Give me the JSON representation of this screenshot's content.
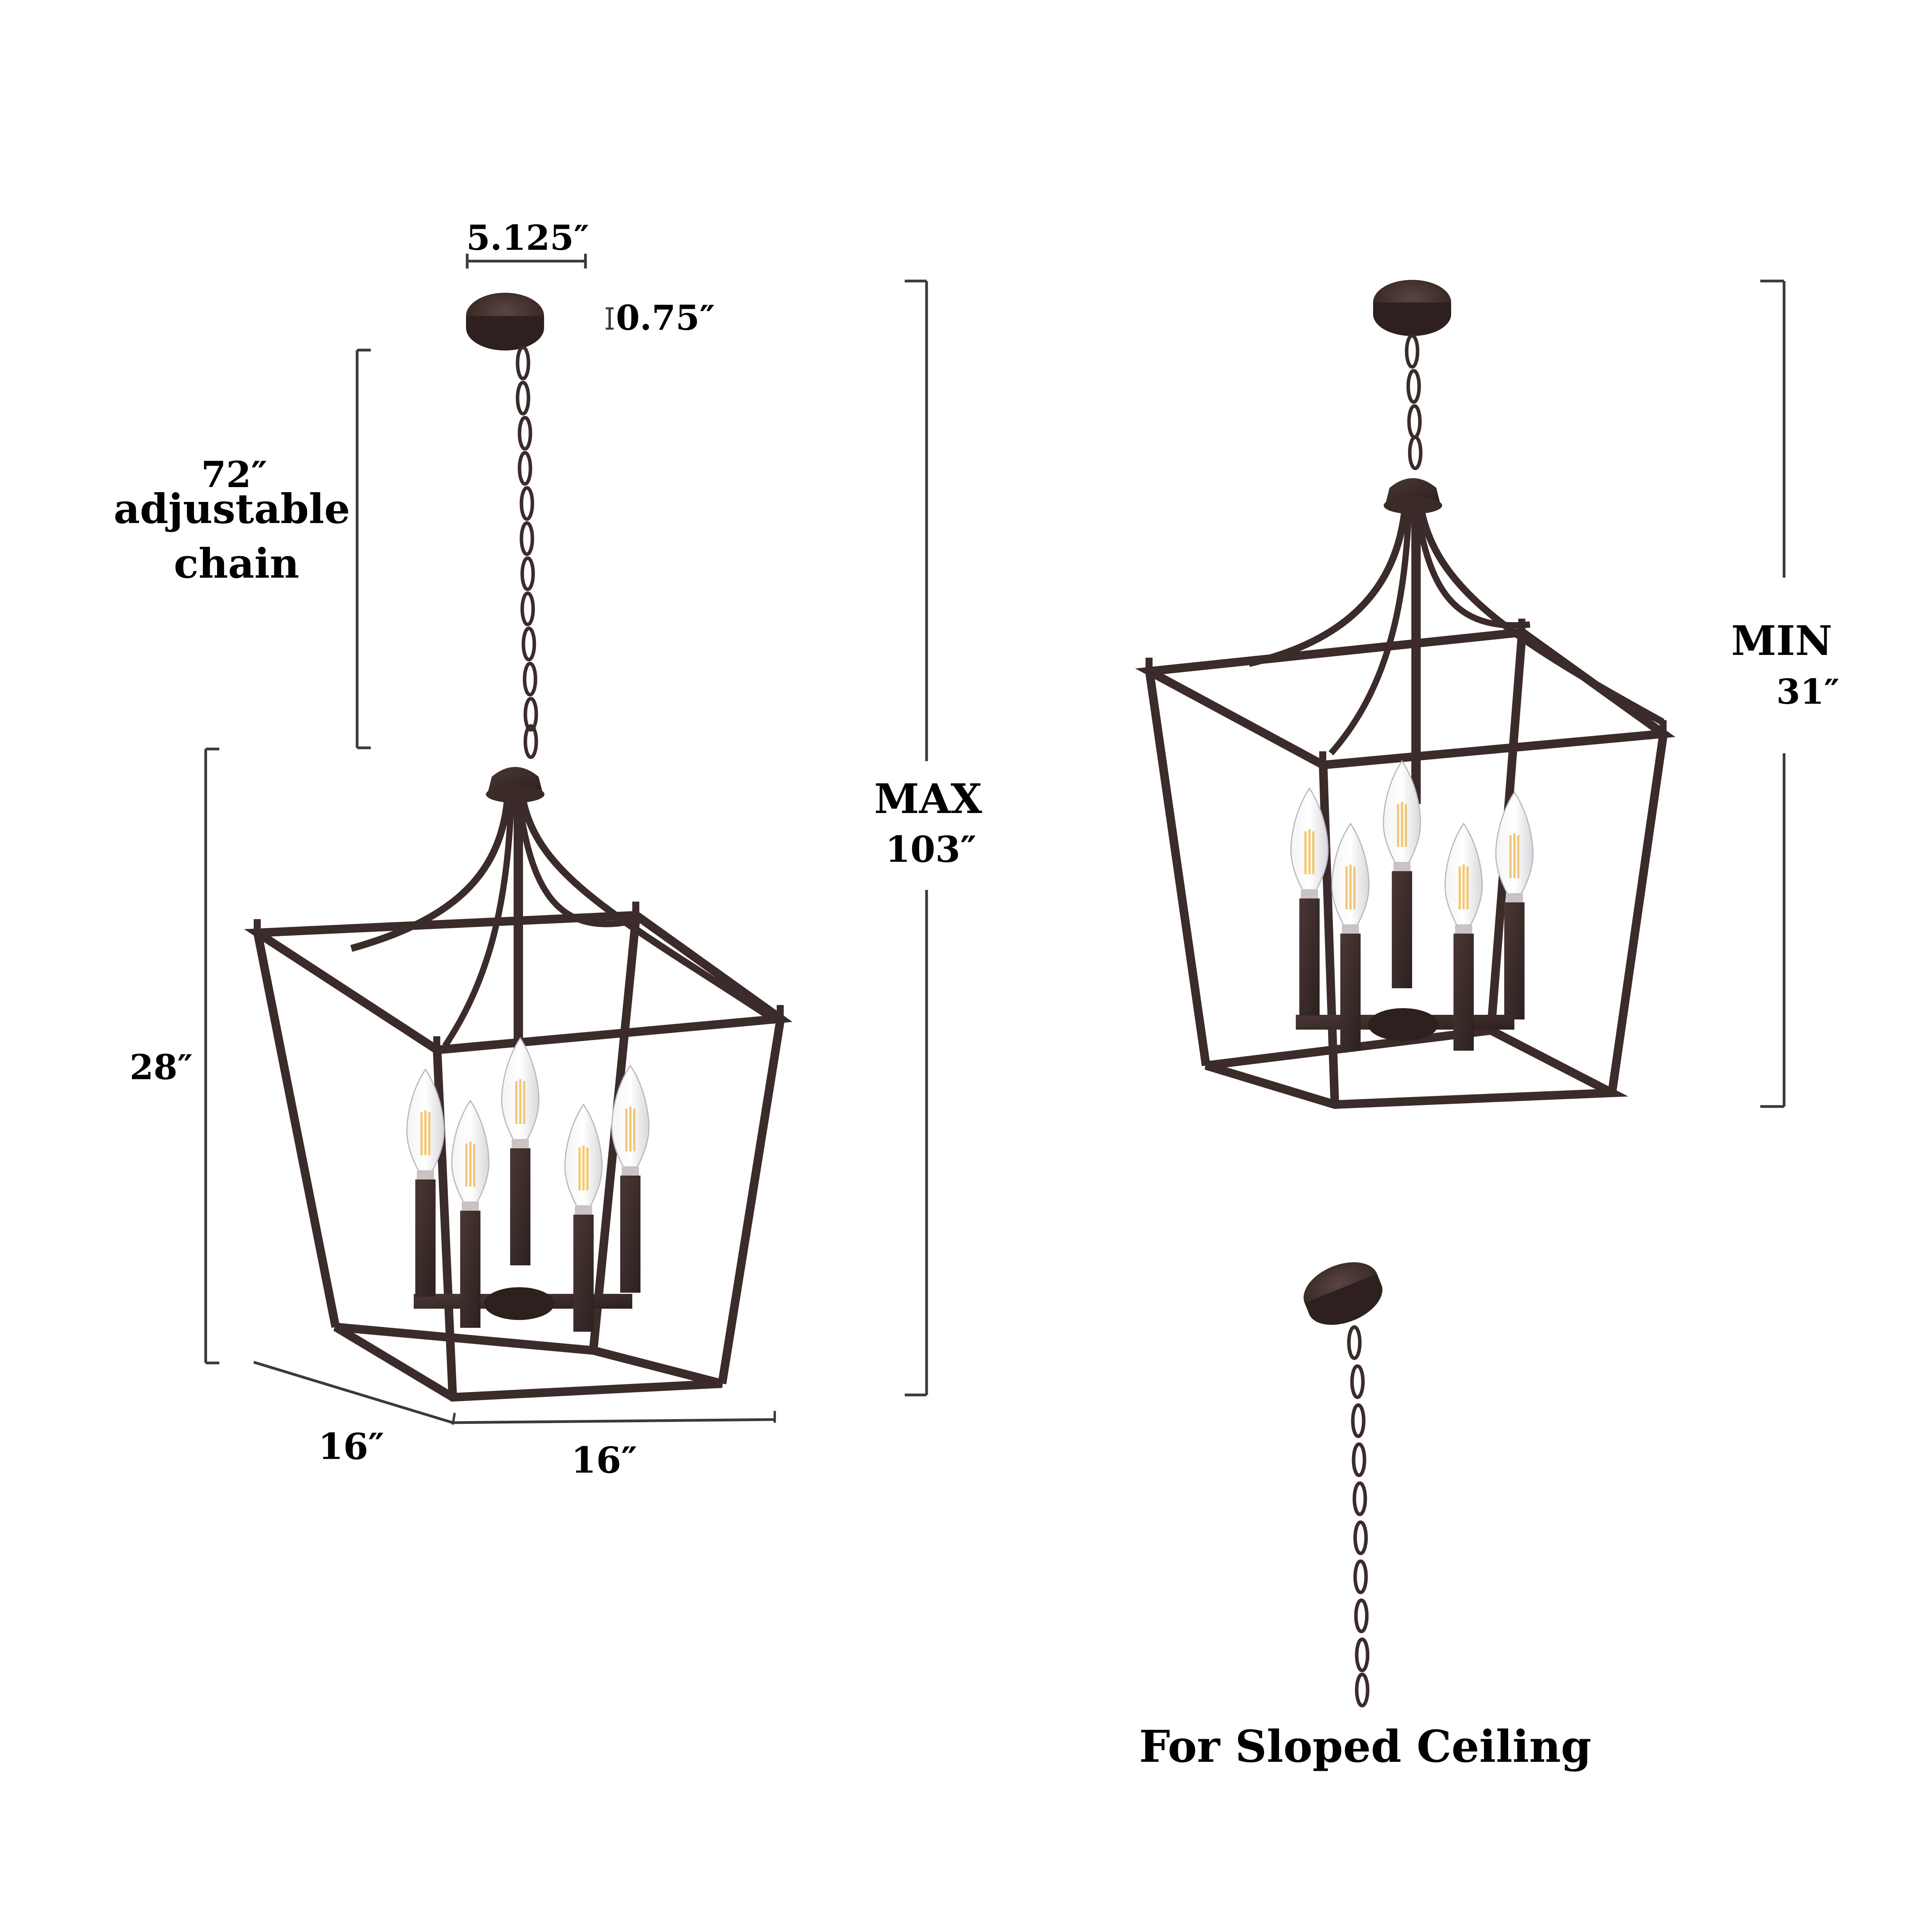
{
  "diagram": {
    "type": "product-dimension-diagram",
    "colors": {
      "background": "#ffffff",
      "text": "#000000",
      "dimension_line": "#3a3a3a",
      "metal_finish": "#3b2b2a",
      "bulb_filament": "#f2c879",
      "bulb_glass": "#e8e8ea"
    }
  },
  "left_view": {
    "canopy_width": "5.125″",
    "canopy_height": "0.75″",
    "chain_length_value": "72″",
    "chain_length_line1": "adjustable",
    "chain_length_line2": "chain",
    "fixture_height": "28″",
    "depth": "16″",
    "width": "16″",
    "max_label": "MAX",
    "max_value": "103″",
    "bulbs": 5
  },
  "right_view": {
    "min_label": "MIN",
    "min_value": "31″",
    "bulbs": 5
  },
  "sloped_view": {
    "caption": "For Sloped Ceiling"
  }
}
